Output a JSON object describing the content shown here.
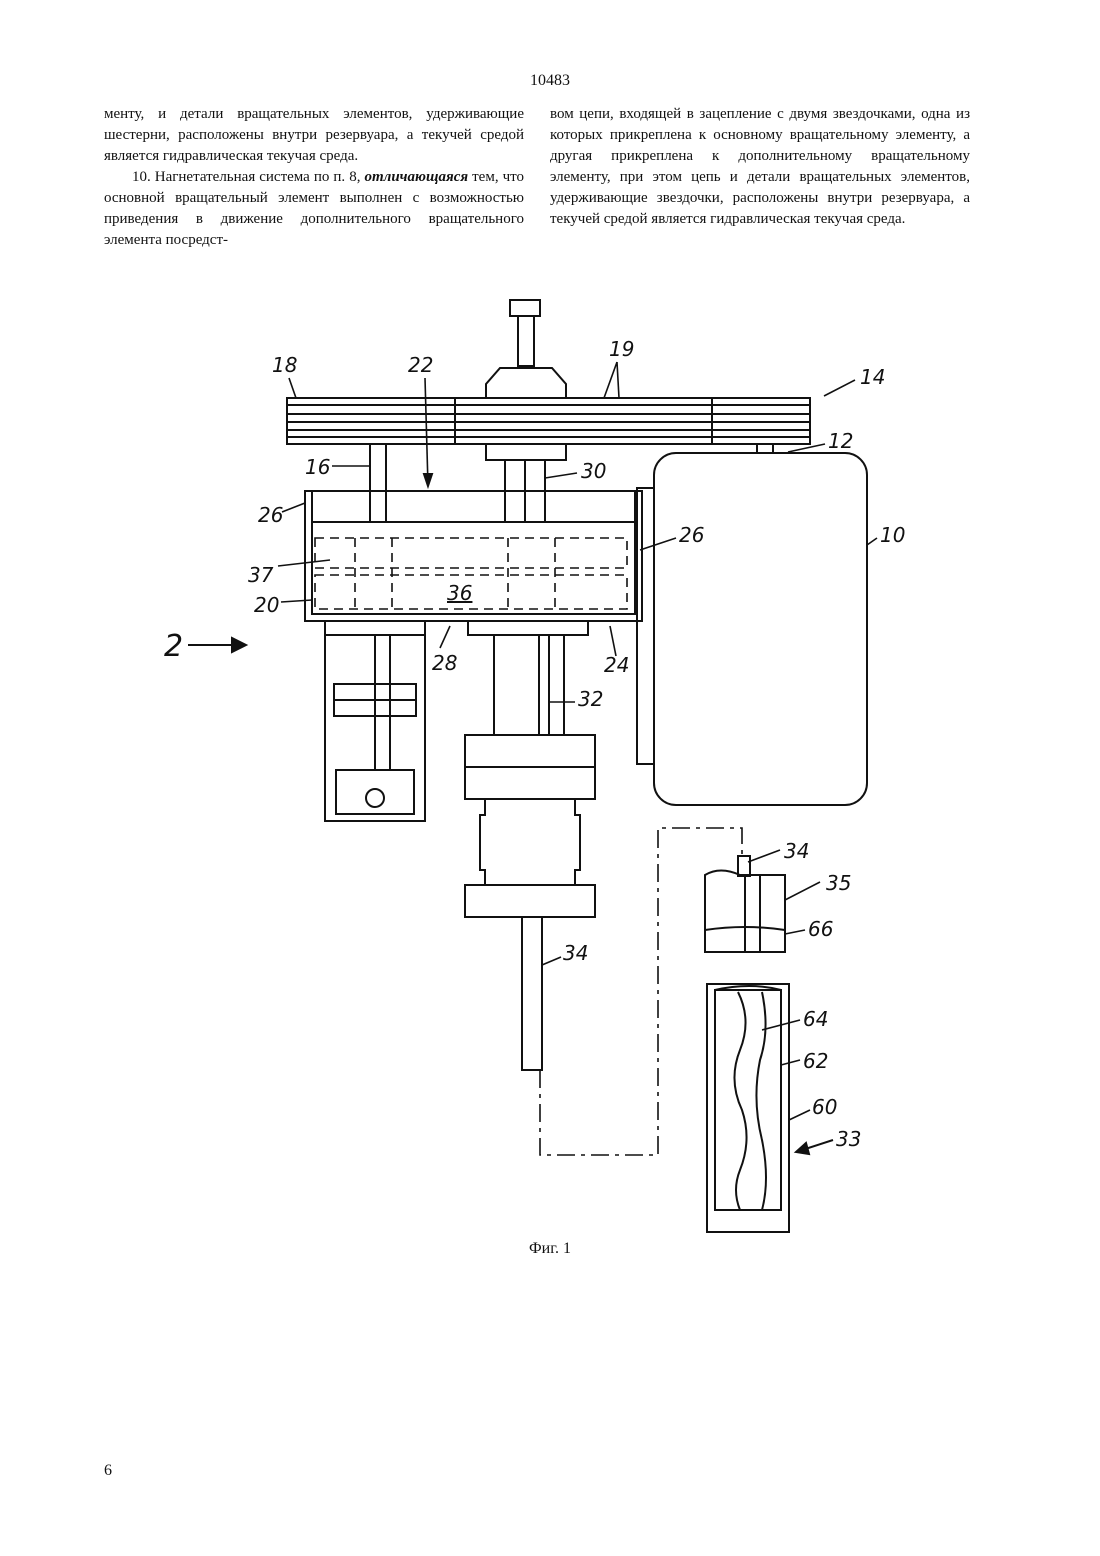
{
  "header": {
    "page_number": "10483"
  },
  "left_column": {
    "para1": "менту, и детали вращательных элементов, удерживающие шестерни, расположены внутри резервуара, а текучей средой является гидравлическая текучая среда.",
    "para2_prefix": "10. Нагнетательная система по п. 8, ",
    "para2_emph": "отличающаяся",
    "para2_rest": " тем, что основной вращательный элемент выполнен с возможностью приведения в движение дополнительного вращательного элемента посредст-"
  },
  "right_column": {
    "para1": "вом цепи, входящей в зацепление с двумя звездочками, одна из которых прикреплена к основному вращательному элементу, а другая прикреплена к дополнительному вращательному элементу, при этом цепь и детали вращательных элементов, удерживающие звездочки, расположены внутри резервуара, а текучей средой является гидравлическая текучая среда."
  },
  "figure": {
    "caption": "Фиг. 1",
    "labels": {
      "l18": "18",
      "l22": "22",
      "l19": "19",
      "l14": "14",
      "l12": "12",
      "l16": "16",
      "l30": "30",
      "l26a": "26",
      "l26b": "26",
      "l10": "10",
      "l37": "37",
      "l36": "36",
      "l20": "20",
      "l2": "2",
      "l28": "28",
      "l24": "24",
      "l32": "32",
      "l34a": "34",
      "l35": "35",
      "l66": "66",
      "l34b": "34",
      "l64": "64",
      "l62": "62",
      "l60": "60",
      "l33": "33"
    }
  },
  "footer": {
    "page": "6"
  }
}
